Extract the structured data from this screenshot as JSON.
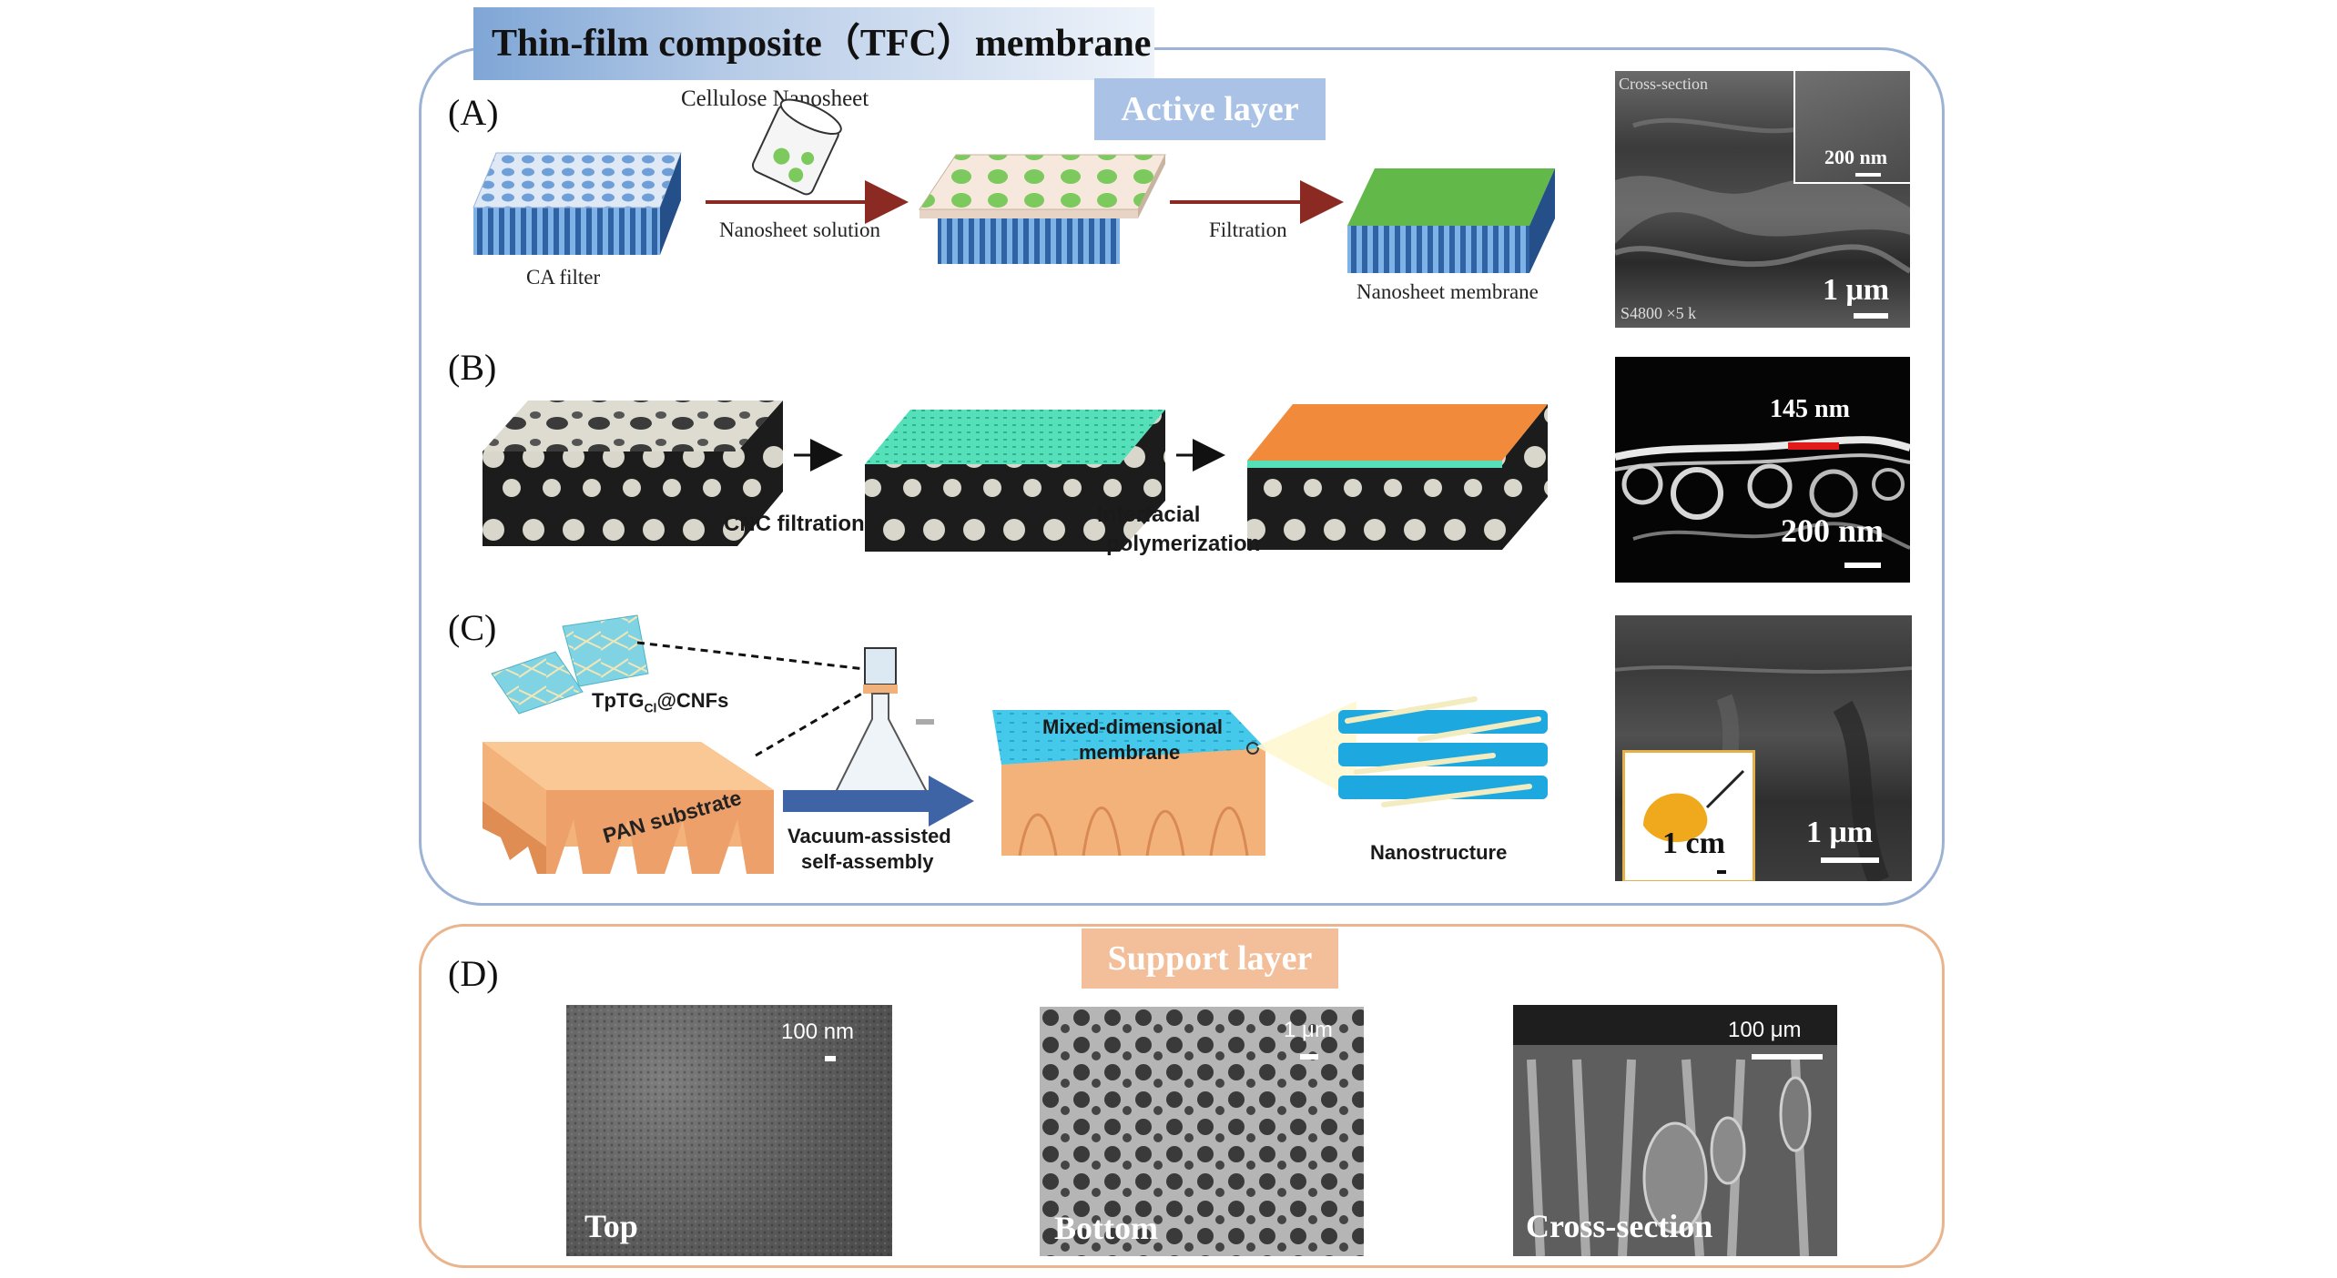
{
  "title": "Thin-film composite（TFC）membrane",
  "sections": {
    "active_layer": "Active layer",
    "support_layer": "Support layer"
  },
  "panel_a": {
    "label": "(A)",
    "cellulose_nanosheet": "Cellulose Nanosheet",
    "ca_filter": "CA filter",
    "nanosheet_solution": "Nanosheet solution",
    "filtration": "Filtration",
    "nanosheet_membrane": "Nanosheet membrane",
    "sem_cross_section": "Cross-section",
    "sem_inset_scale": "200 nm",
    "sem_scale": "1 μm",
    "sem_footer": "S4800  ×5 k"
  },
  "panel_b": {
    "label": "(B)",
    "cnc_filtration": "CNC filtration",
    "interfacial_1": "Interfacial",
    "interfacial_2": "polymerization",
    "sem_thickness": "145 nm",
    "sem_scale": "200 nm"
  },
  "panel_c": {
    "label": "(C)",
    "tptg": "TpTG",
    "tptg_sub": "Cl",
    "tptg_suffix": "@CNFs",
    "pan_substrate": "PAN substrate",
    "vacuum_1": "Vacuum-assisted",
    "vacuum_2": "self-assembly",
    "mixed_1": "Mixed-dimensional",
    "mixed_2": "membrane",
    "nanostructure": "Nanostructure",
    "sem_inset_scale": "1 cm",
    "sem_scale": "1 μm"
  },
  "panel_d": {
    "label": "(D)",
    "top_scale": "100 nm",
    "top_label": "Top",
    "bottom_scale": "1 μm",
    "bottom_label": "Bottom",
    "cross_scale": "100 μm",
    "cross_label": "Cross-section"
  },
  "colors": {
    "frame_blue": "#9db3d6",
    "frame_orange": "#eab48c",
    "arrow_red": "#8b2a22",
    "arrow_blue": "#3f64a6",
    "nanosheet_green": "#6fc25a",
    "cnc_teal": "#4fe0b8",
    "pa_orange": "#f28a3c",
    "pan_orange": "#f3b27a",
    "mixed_cyan": "#3cc7e8"
  }
}
